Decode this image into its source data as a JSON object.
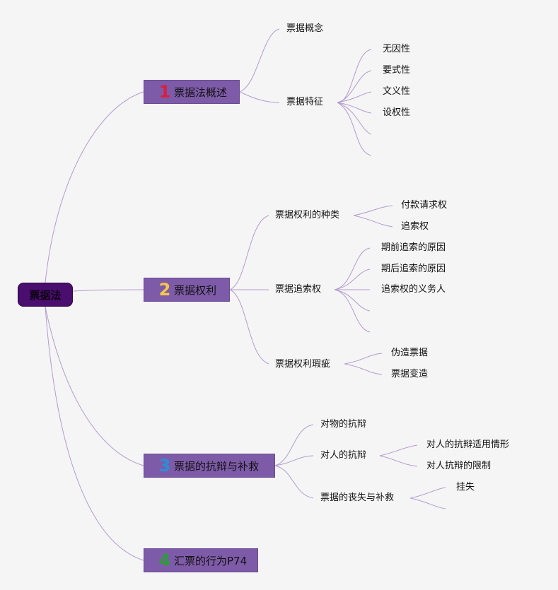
{
  "root": {
    "label": "票据法"
  },
  "branches": [
    {
      "num": "1",
      "num_color": "#d81f3d",
      "label": "票据法概述"
    },
    {
      "num": "2",
      "num_color": "#f5c84a",
      "label": "票据权利"
    },
    {
      "num": "3",
      "num_color": "#2a8fd6",
      "label": "票据的抗辩与补救"
    },
    {
      "num": "4",
      "num_color": "#2e9a3a",
      "label": "汇票的行为P74"
    }
  ],
  "b1": {
    "concept": "票据概念",
    "features": "票据特征",
    "feature_items": [
      "无因性",
      "要式性",
      "文义性",
      "设权性"
    ]
  },
  "b2": {
    "types": "票据权利的种类",
    "type_items": [
      "付款请求权",
      "追索权"
    ],
    "recourse": "票据追索权",
    "recourse_items": [
      "期前追索的原因",
      "期后追索的原因",
      "追索权的义务人"
    ],
    "defect": "票据权利瑕疵",
    "defect_items": [
      "伪造票据",
      "票据变造"
    ]
  },
  "b3": {
    "object": "对物的抗辩",
    "person": "对人的抗辩",
    "person_items": [
      "对人的抗辩适用情形",
      "对人抗辩的限制"
    ],
    "loss": "票据的丧失与补救",
    "loss_items": [
      "挂失"
    ]
  },
  "colors": {
    "edge": "#b39bd0",
    "branch_fill": "#7e5ba8",
    "root_fill": "#4a0e6e",
    "background": "#f5f5f5"
  }
}
